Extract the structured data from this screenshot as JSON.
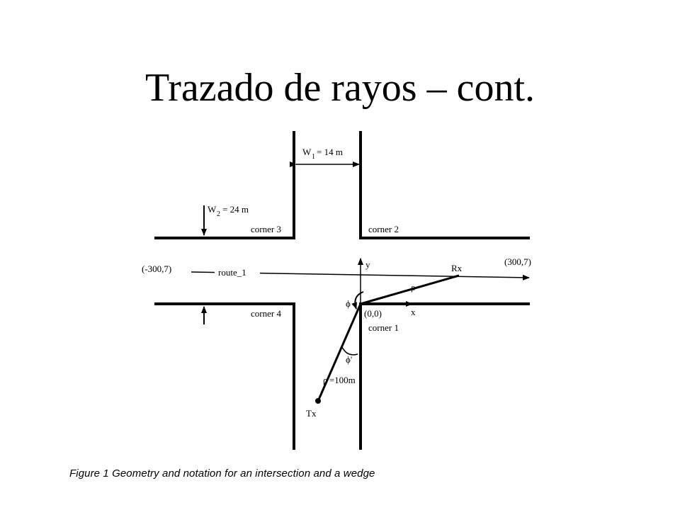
{
  "slide": {
    "title": "Trazado de rayos – cont."
  },
  "diagram": {
    "w1_symbol": "W",
    "w1_sub": "1",
    "w1_value": "= 14 m",
    "w2_symbol": "W",
    "w2_sub": "2",
    "w2_value": "= 24 m",
    "corner3": "corner 3",
    "corner2": "corner 2",
    "corner4": "corner 4",
    "corner1": "corner 1",
    "route_start": "(-300,7)",
    "route_label": "route_1",
    "route_end": "(300,7)",
    "rx": "Rx",
    "tx": "Tx",
    "axis_y": "y",
    "axis_x": "x",
    "origin": "(0,0)",
    "rho": "ρ",
    "phi": "ϕ",
    "phi_prime": "ϕ'",
    "rho_prime": "ρ'=100m"
  },
  "caption": "Figure 1 Geometry and notation for an intersection and a wedge"
}
